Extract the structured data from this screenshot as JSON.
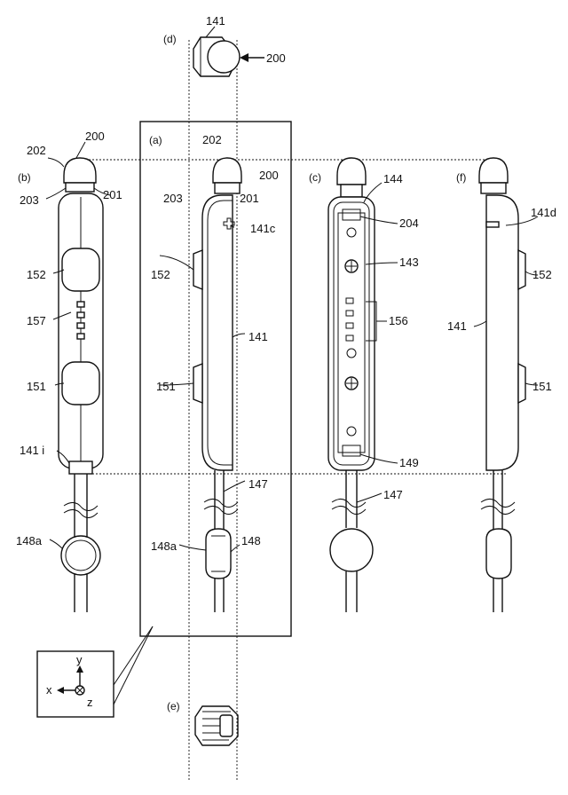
{
  "panels": {
    "a": "(a)",
    "b": "(b)",
    "c": "(c)",
    "d": "(d)",
    "e": "(e)",
    "f": "(f)"
  },
  "labels": {
    "top_141": "141",
    "d_200": "200",
    "b_202": "202",
    "b_200": "200",
    "b_203": "203",
    "b_201": "201",
    "b_152": "152",
    "b_157": "157",
    "b_151": "151",
    "b_141i": "141 i",
    "b_148a": "148a",
    "a_202": "202",
    "a_200": "200",
    "a_203": "203",
    "a_201": "201",
    "a_141c": "141c",
    "a_152": "152",
    "a_141": "141",
    "a_151": "151",
    "a_147": "147",
    "a_148a": "148a",
    "a_148": "148",
    "c_144": "144",
    "c_204": "204",
    "c_143": "143",
    "c_156": "156",
    "c_149": "149",
    "c_147": "147",
    "f_141d": "141d",
    "f_152": "152",
    "f_141": "141",
    "f_151": "151"
  },
  "axes": {
    "y": "y",
    "x": "x",
    "z": "z"
  }
}
